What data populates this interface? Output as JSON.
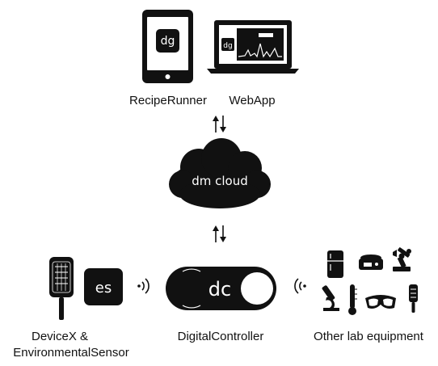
{
  "labels": {
    "recipe_runner": "RecipeRunner",
    "webapp": "WebApp",
    "cloud": "dm cloud",
    "devicex_line1": "DeviceX &",
    "devicex_line2": "EnvironmentalSensor",
    "digital_controller": "DigitalController",
    "other_lab": "Other lab equipment"
  },
  "badges": {
    "tablet_logo": "dg",
    "laptop_logo": "dg",
    "sensor_logo": "es",
    "controller_logo": "dc"
  },
  "colors": {
    "ink": "#111111",
    "background": "#ffffff"
  }
}
